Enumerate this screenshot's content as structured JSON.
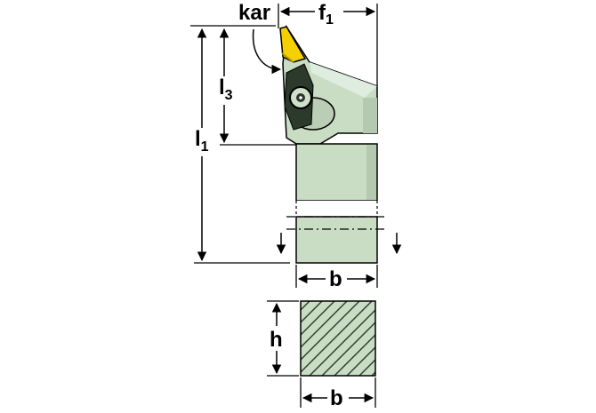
{
  "labels": {
    "kar": "kar",
    "f1_main": "f",
    "f1_sub": "1",
    "l3_main": "l",
    "l3_sub": "3",
    "l1_main": "l",
    "l1_sub": "1",
    "b_side": "b",
    "h_section": "h",
    "b_section": "b"
  },
  "colors": {
    "body": "#c9dcc4",
    "body_shade": "#a7bea3",
    "insert": "#f5d000",
    "insert_dark": "#b89a00",
    "clamp": "#2b3a2b",
    "line": "#000000"
  }
}
